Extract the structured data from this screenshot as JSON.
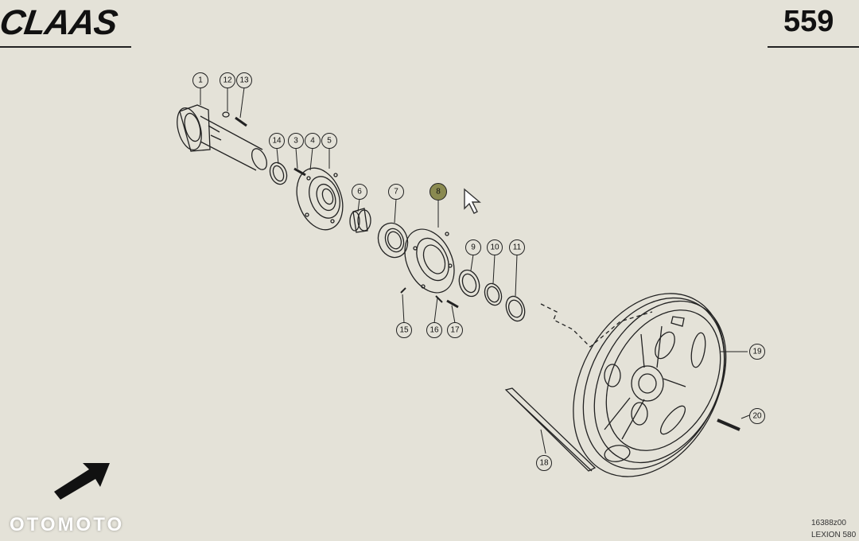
{
  "header": {
    "brand": "CLAAS",
    "page_number": "559"
  },
  "footer": {
    "drawing_code": "16388z00",
    "model_label": "LEXION 580",
    "watermark": "OTOMOTO"
  },
  "callouts": [
    "1",
    "12",
    "13",
    "14",
    "3",
    "4",
    "5",
    "6",
    "7",
    "8",
    "9",
    "10",
    "11",
    "15",
    "16",
    "17",
    "19",
    "20",
    "18"
  ],
  "highlighted_callout": "8",
  "colors": {
    "paper": "#e4e2d8",
    "line": "#222222",
    "highlight": "#8a8a50",
    "watermark": "#ffffff"
  },
  "icons": [
    "direction-arrow-icon",
    "mouse-cursor-icon"
  ]
}
